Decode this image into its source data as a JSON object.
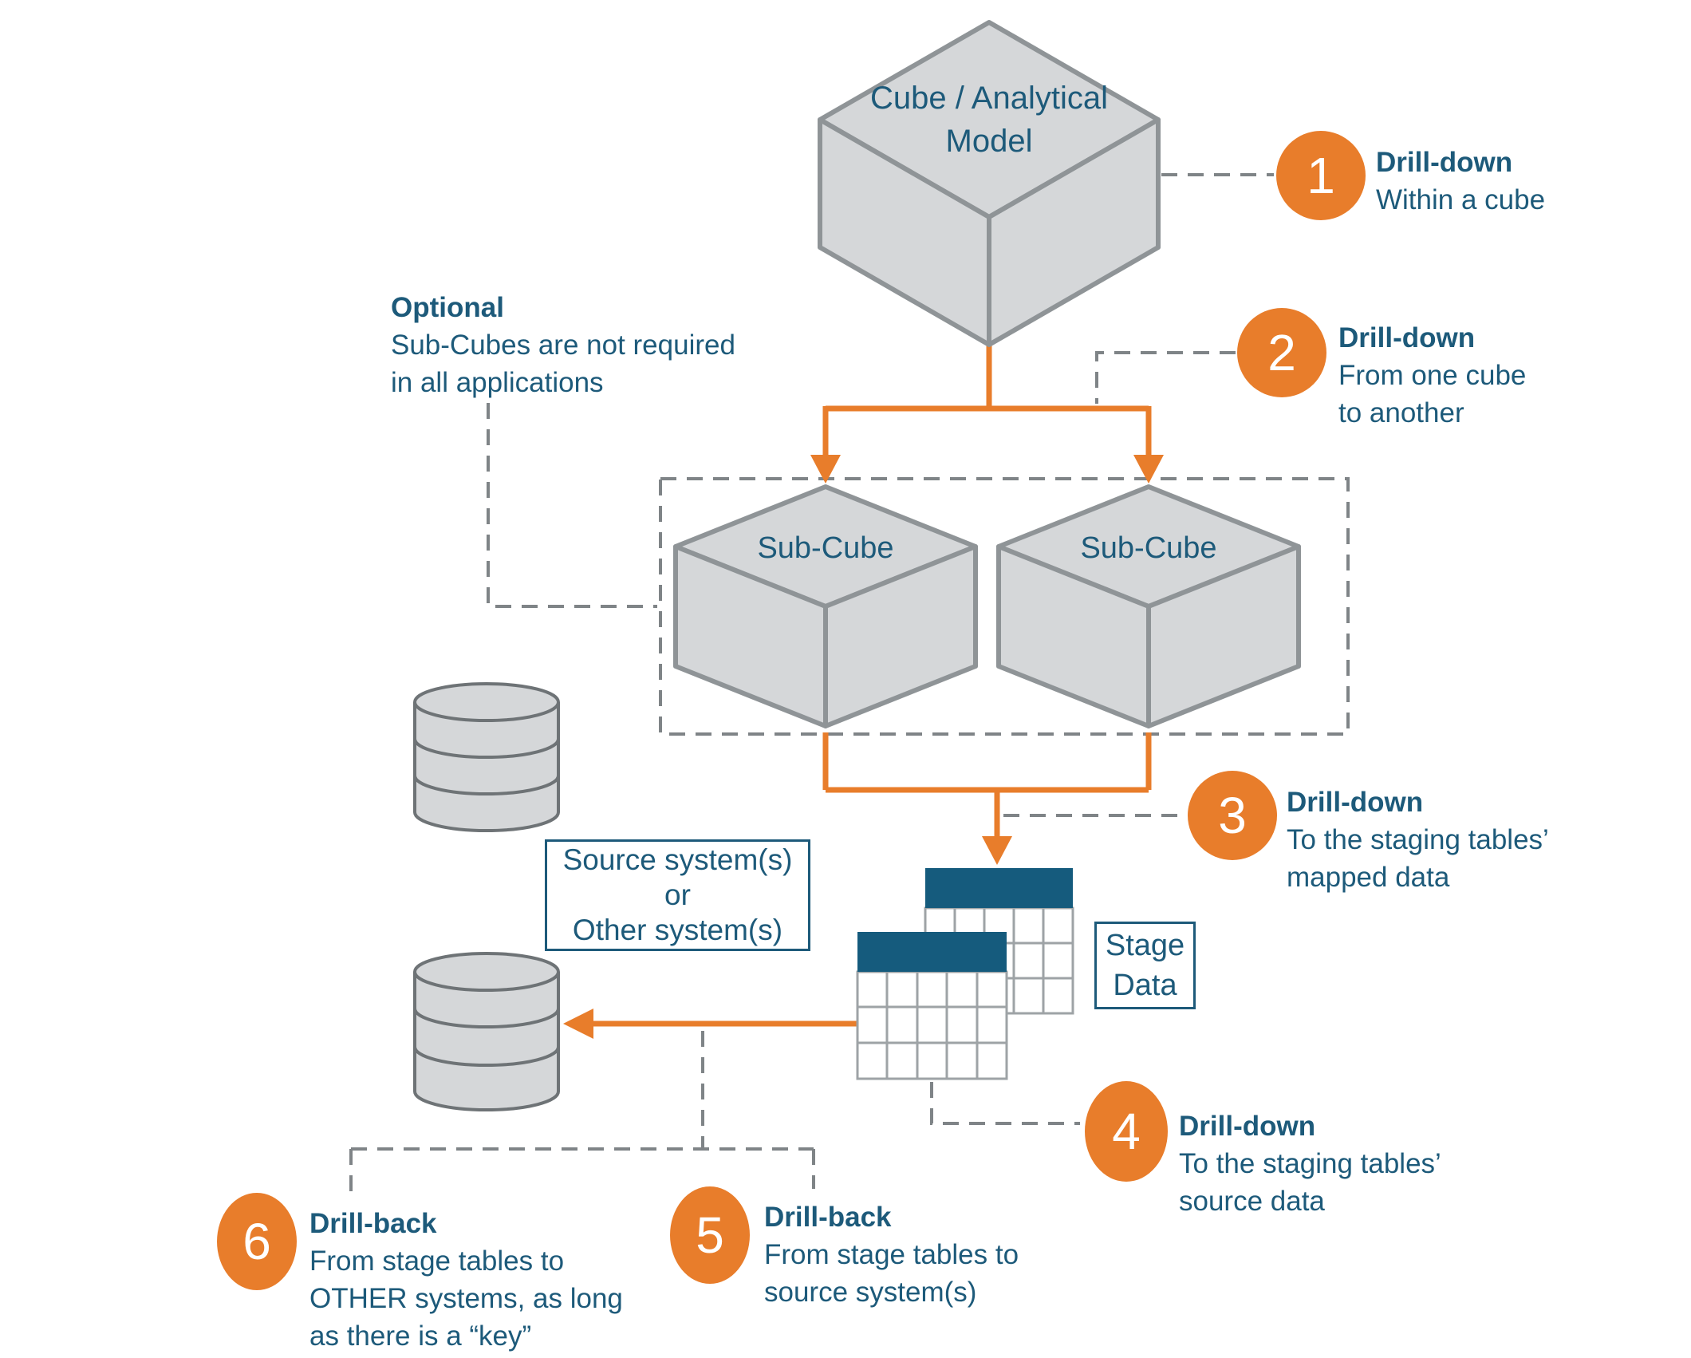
{
  "cube": {
    "line1": "Cube / Analytical",
    "line2": "Model"
  },
  "sub_cubes": {
    "left": "Sub-Cube",
    "right": "Sub-Cube"
  },
  "optional": {
    "title": "Optional",
    "line1": "Sub-Cubes are not required",
    "line2": "in all applications"
  },
  "source_system_box": {
    "line1": "Source system(s)",
    "line2": "or",
    "line3": "Other system(s)"
  },
  "stage_data_box": {
    "line1": "Stage",
    "line2": "Data"
  },
  "annotations": [
    {
      "number": "1",
      "title": "Drill-down",
      "lines": [
        "Within a cube"
      ]
    },
    {
      "number": "2",
      "title": "Drill-down",
      "lines": [
        "From one cube",
        "to another"
      ]
    },
    {
      "number": "3",
      "title": "Drill-down",
      "lines": [
        "To the staging tables’",
        "mapped data"
      ]
    },
    {
      "number": "4",
      "title": "Drill-down",
      "lines": [
        "To the staging tables’",
        "source data"
      ]
    },
    {
      "number": "5",
      "title": "Drill-back",
      "lines": [
        "From stage tables to",
        "source system(s)"
      ]
    },
    {
      "number": "6",
      "title": "Drill-back",
      "lines": [
        "From stage tables to",
        "OTHER systems, as long",
        "as there is a “key”"
      ]
    }
  ],
  "colors": {
    "accent_orange": "#E87D2B",
    "text_blue": "#1D5A7A",
    "table_header_blue": "#155B7D",
    "shape_fill_gray": "#D5D7D9",
    "shape_stroke_gray": "#8F9497",
    "dashed_line_gray": "#7F8487"
  }
}
